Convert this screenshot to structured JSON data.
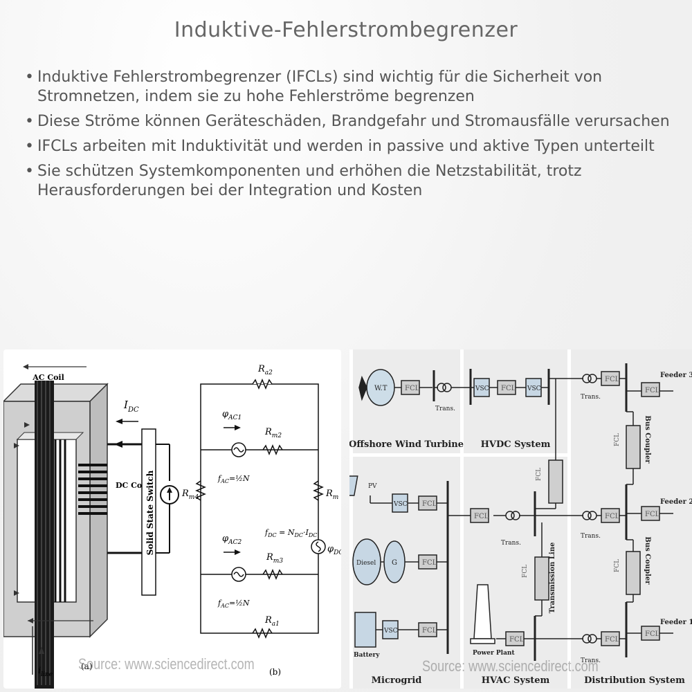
{
  "slide": {
    "title": "Induktive-Fehlerstrombegrenzer",
    "bullets": [
      "Induktive Fehlerstrombegrenzer (IFCLs) sind wichtig für die Sicherheit von Stromnetzen, indem sie zu hohe Fehlerströme begrenzen",
      "Diese Ströme können Geräteschäden, Brandgefahr und Stromausfälle verursachen",
      "IFCLs arbeiten mit Induktivität und werden in passive und aktive Typen unterteilt",
      "Sie schützen Systemkomponenten und erhöhen die Netzstabilität, trotz Herausforderungen bei der Integration und Kosten"
    ],
    "bullet_symbol": "•"
  },
  "figure_left": {
    "ac_coil": "AC Coil",
    "dc_coil": "DC Coil",
    "idc": "I",
    "idc_sub": "DC",
    "switch_label": "Solid State Switch",
    "iline": "i",
    "iline_sub": "line",
    "label_a": "(a)",
    "label_b": "(b)",
    "ra2": "R",
    "ra2_sub": "a2",
    "ra1": "R",
    "ra1_sub": "a1",
    "rm2": "R",
    "rm2_sub": "m2",
    "rm3": "R",
    "rm3_sub": "m3",
    "rm4": "R",
    "rm4_sub": "m4",
    "rm": "R",
    "rm_sub": "m",
    "phi_ac1": "φ",
    "phi_ac1_sub": "AC1",
    "phi_ac2": "φ",
    "phi_ac2_sub": "AC2",
    "phi_dc": "φ",
    "phi_dc_sub": "DC",
    "f_ac_eq": "f",
    "f_ac_eq_sub": "AC",
    "f_ac_eq_rest": "=½N",
    "f_dc_eq": "f",
    "f_dc_eq_sub": "DC",
    "f_dc_eq_rest": " = N",
    "f_dc_eq_sub2": "DC",
    "f_dc_eq_tail": "·I",
    "f_dc_eq_sub3": "DC",
    "source": "Source: www.sciencedirect.com"
  },
  "figure_right": {
    "wt": "W.T",
    "fcl": "FCL",
    "vsc": "VSC",
    "trans": "Trans.",
    "pv": "PV",
    "diesel": "Diesel",
    "g": "G",
    "battery": "Battery",
    "power_plant": "Power Plant",
    "transmission_line": "Transmission Line",
    "bus_coupler": "Bus Coupler",
    "feeder1": "Feeder 1",
    "feeder2": "Feeder 2",
    "feeder3": "Feeder 3",
    "offshore": "Offshore Wind Turbine",
    "hvdc": "HVDC System",
    "hvac": "HVAC System",
    "microgrid": "Microgrid",
    "distribution": "Distribution System",
    "source": "Source: www.sciencedirect.com"
  }
}
